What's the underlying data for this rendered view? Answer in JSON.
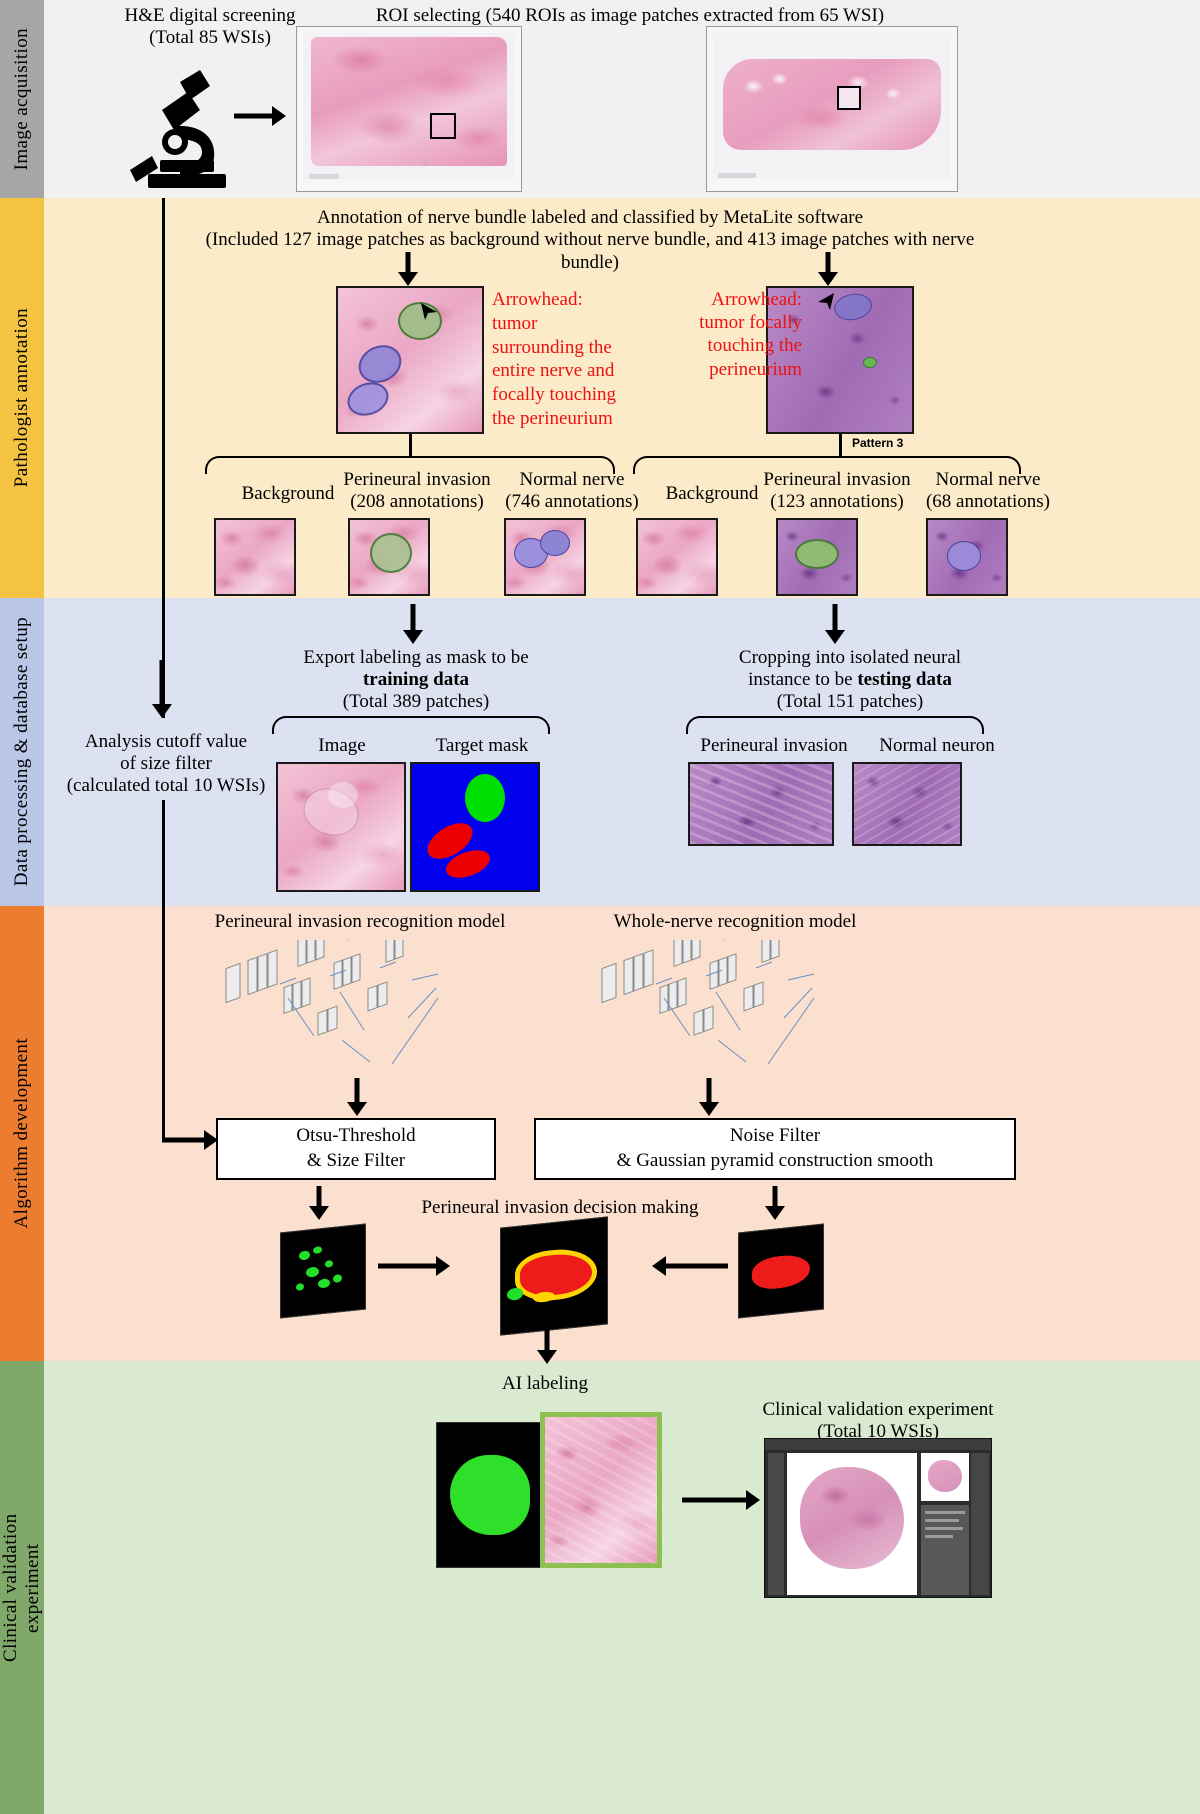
{
  "bands": [
    {
      "id": "image-acquisition",
      "label": "Image acquisition",
      "color": "#a6a6a6"
    },
    {
      "id": "pathologist-annotation",
      "label": "Pathologist annotation",
      "color": "#f5c342"
    },
    {
      "id": "data-processing",
      "label": "Data processing & database setup",
      "color": "#b9c6e6"
    },
    {
      "id": "algorithm-development",
      "label": "Algorithm development",
      "color": "#ec7c30"
    },
    {
      "id": "clinical-validation",
      "label": "Clinical validation experiment",
      "color": "#7fa86a"
    }
  ],
  "acquisition": {
    "screening_title": "H&E digital screening",
    "screening_sub": "(Total 85 WSIs)",
    "roi_title": "ROI selecting (540 ROIs as image patches extracted from 65 WSI)"
  },
  "annotation": {
    "line1": "Annotation of nerve bundle labeled and classified by MetaLite software",
    "line2": "(Included 127 image patches as background without nerve bundle, and 413 image patches with nerve bundle)",
    "left_callout": "Arrowhead: tumor surrounding the entire nerve and focally touching the perineurium",
    "right_callout": "Arrowhead: tumor focally touching the perineurium",
    "pattern_label": "Pattern 3",
    "left_classes": [
      {
        "name": "Background",
        "count": ""
      },
      {
        "name": "Perineural invasion",
        "count": "(208 annotations)"
      },
      {
        "name": "Normal nerve",
        "count": "(746 annotations)"
      }
    ],
    "right_classes": [
      {
        "name": "Background",
        "count": ""
      },
      {
        "name": "Perineural invasion",
        "count": "(123 annotations)"
      },
      {
        "name": "Normal nerve",
        "count": "(68 annotations)"
      }
    ]
  },
  "data_processing": {
    "cutoff_line1": "Analysis cutoff value",
    "cutoff_line2": "of size filter",
    "cutoff_line3": "(calculated total 10 WSIs)",
    "training_line1": "Export labeling as mask to be",
    "training_bold": "training  data",
    "training_line3": "(Total 389 patches)",
    "testing_line1": "Cropping into isolated neural",
    "testing_line2_a": "instance to be ",
    "testing_line2_bold": "testing data",
    "testing_line3": "(Total 151 patches)",
    "training_labels": [
      "Image",
      "Target mask"
    ],
    "testing_labels": [
      "Perineural invasion",
      "Normal neuron"
    ]
  },
  "algorithm": {
    "model_left": "Perineural invasion recognition model",
    "model_right": "Whole-nerve recognition model",
    "box_left_line1": "Otsu-Threshold",
    "box_left_line2": "& Size Filter",
    "box_right_line1": "Noise Filter",
    "box_right_line2": "& Gaussian pyramid construction smooth",
    "decision_label": "Perineural invasion decision making"
  },
  "clinical": {
    "ai_labeling": "AI labeling",
    "validation_line1": "Clinical validation experiment",
    "validation_line2": "(Total 10 WSIs)"
  },
  "colors": {
    "accent_red": "#ee1111",
    "band_acquisition": "#f1f1f1",
    "band_pathologist": "#fcebc8",
    "band_data": "#dde2f2",
    "band_algorithm": "#fbe0cf",
    "band_clinical": "#d9ead0",
    "mask_background": "#0000ee",
    "mask_nerve": "#00e000",
    "mask_invasion": "#ee0000"
  },
  "icons": {
    "microscope": "microscope-icon",
    "arrowhead": "arrowhead-marker-icon"
  }
}
